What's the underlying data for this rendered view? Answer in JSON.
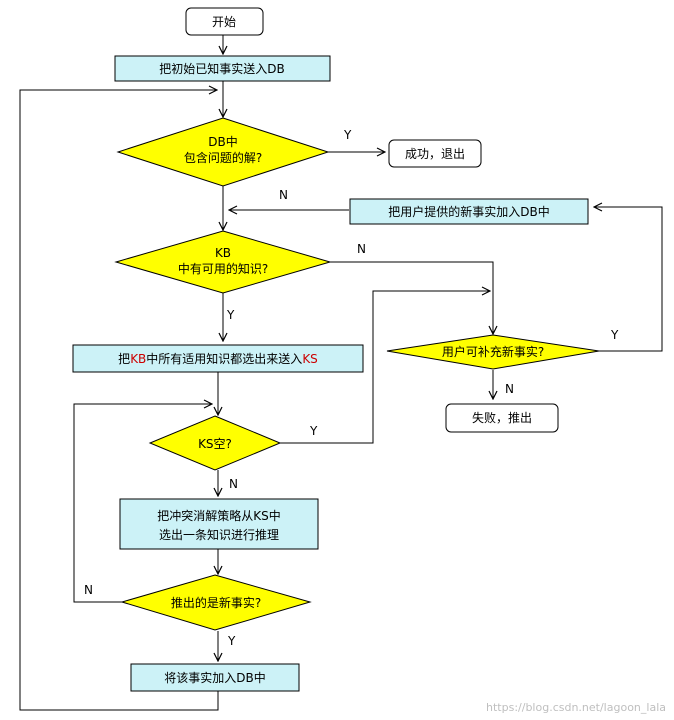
{
  "colors": {
    "process_fill": "#ccf2f7",
    "decision_fill": "#ffff00",
    "terminal_fill": "#ffffff",
    "stroke": "#000000",
    "red_text": "#cc0000"
  },
  "nodes": {
    "start": "开始",
    "init_facts": "把初始已知事实送入DB",
    "db_solution_line1": "DB中",
    "db_solution_line2": "包含问题的解?",
    "success": "成功，退出",
    "user_add_facts": "把用户提供的新事实加入DB中",
    "kb_usable_line1": "KB",
    "kb_usable_line2": "中有可用的知识?",
    "send_to_ks": {
      "part1": "把",
      "part2": "KB",
      "part3": "中所有适用知识都选出来送入",
      "part4": "KS"
    },
    "user_new_fact": "用户可补充新事实?",
    "fail": "失败，推出",
    "ks_empty": "KS空?",
    "select_knowledge_line1": "把冲突消解策略从KS中",
    "select_knowledge_line2": "选出一条知识进行推理",
    "is_new_fact": "推出的是新事实?",
    "add_fact_db": "将该事实加入DB中"
  },
  "edge_labels": {
    "db_yes": "Y",
    "add_no": "N",
    "kb_no": "N",
    "kb_yes": "Y",
    "user_yes": "Y",
    "user_no": "N",
    "ks_yes": "Y",
    "ks_no": "N",
    "new_no": "N",
    "new_yes": "Y"
  },
  "watermark": "https://blog.csdn.net/lagoon_lala"
}
